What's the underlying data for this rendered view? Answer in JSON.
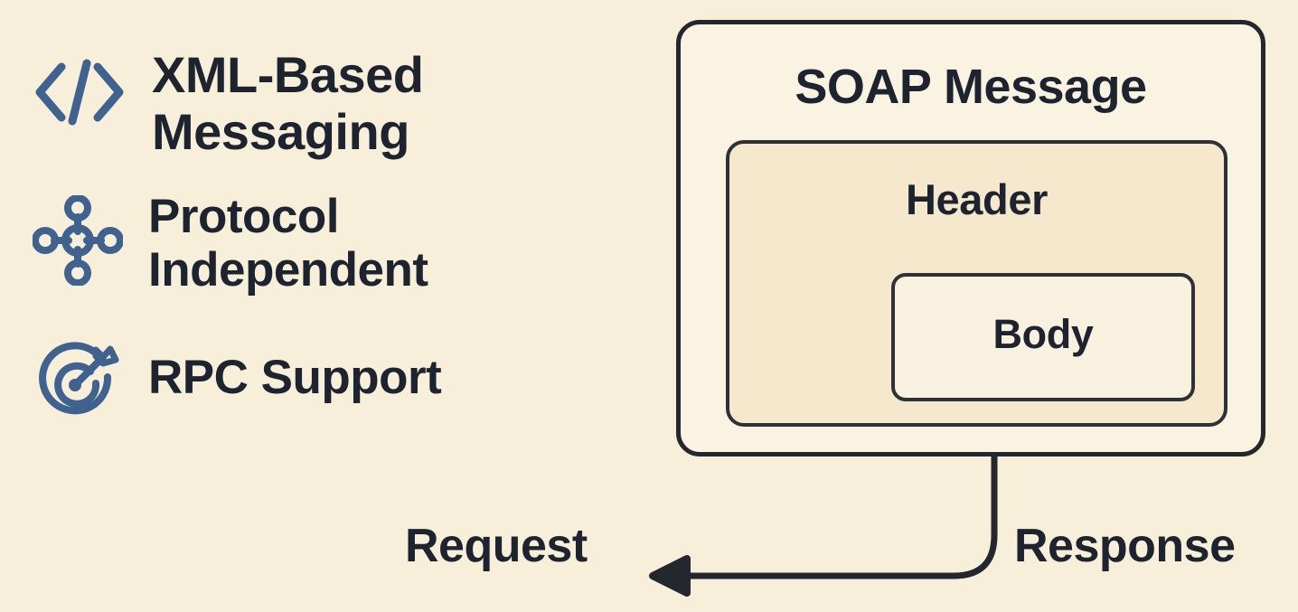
{
  "theme": {
    "background": "#f7efd9",
    "text_color": "#1d2430",
    "icon_color": "#3f628f",
    "stroke_color": "#23272e",
    "outer_box_fill": "#faf3e2",
    "header_box_fill": "#f5e8cd",
    "body_box_fill": "#f9f1e0"
  },
  "features": [
    {
      "icon": "code-brackets-icon",
      "label": "XML-Based\nMessaging"
    },
    {
      "icon": "network-hub-icon",
      "label": "Protocol\nIndependent"
    },
    {
      "icon": "target-arrow-icon",
      "label": "RPC Support"
    }
  ],
  "soap": {
    "title": "SOAP Message",
    "header": {
      "title": "Header"
    },
    "body": {
      "title": "Body"
    }
  },
  "flow": {
    "request_label": "Request",
    "response_label": "Response"
  }
}
